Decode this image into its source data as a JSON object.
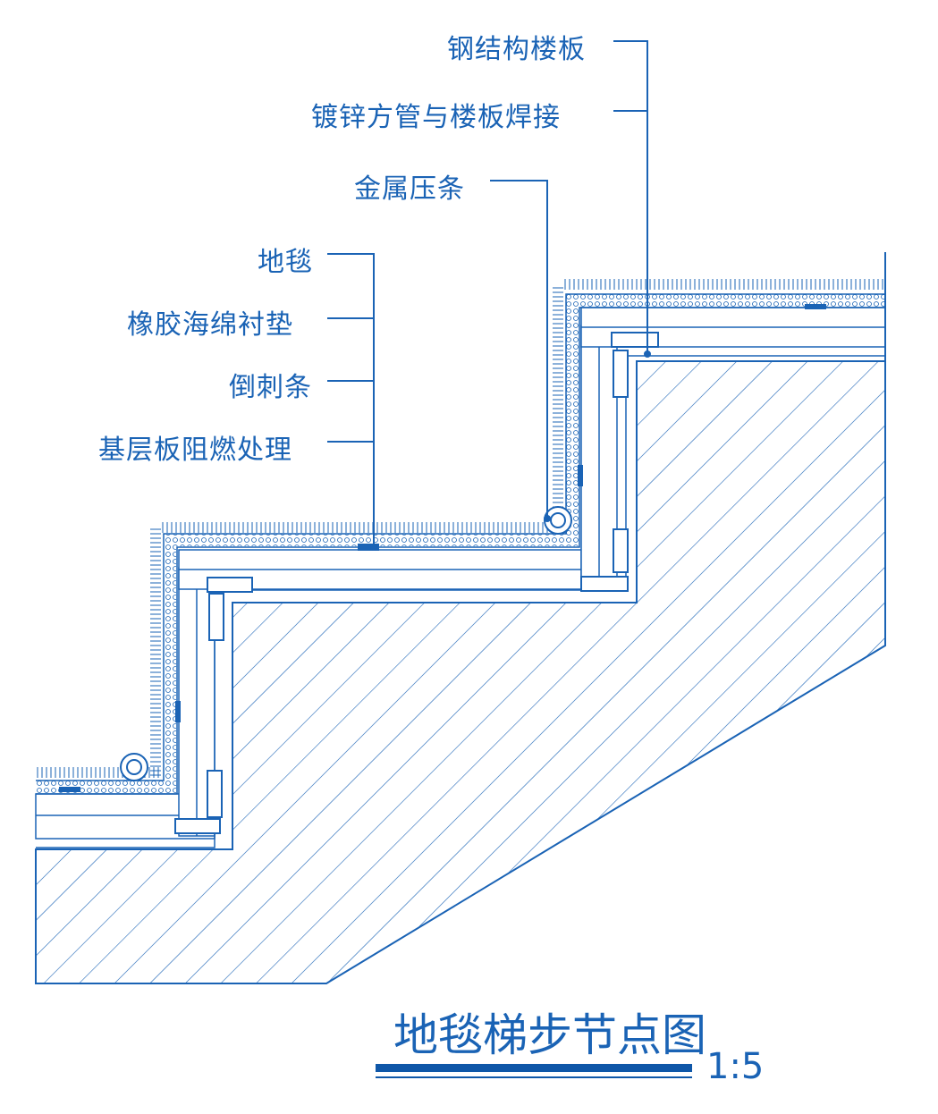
{
  "colors": {
    "line": "#1a63b5",
    "fill": "#ffffff",
    "ink": "#1a63b5",
    "bar": "#0f57a8"
  },
  "labels_right": {
    "steel_floor": "钢结构楼板",
    "galvanized_tube": "镀锌方管与楼板焊接",
    "metal_strip": "金属压条"
  },
  "labels_left": {
    "carpet": "地毯",
    "rubber_pad": "橡胶海绵衬垫",
    "barb_strip": "倒刺条",
    "base_board": "基层板阻燃处理"
  },
  "title": {
    "text": "地毯梯步节点图",
    "scale": "1:5"
  }
}
